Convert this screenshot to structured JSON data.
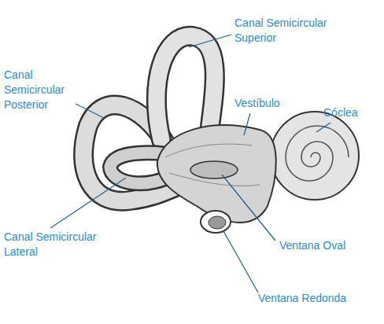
{
  "diagram": {
    "labels": [
      "Canal Semicircular Superior",
      "Canal Semicircular Posterior",
      "Vestíbulo",
      "Cóclea",
      "Canal Semicircular Lateral",
      "Ventana Oval",
      "Ventana Redonda"
    ]
  }
}
